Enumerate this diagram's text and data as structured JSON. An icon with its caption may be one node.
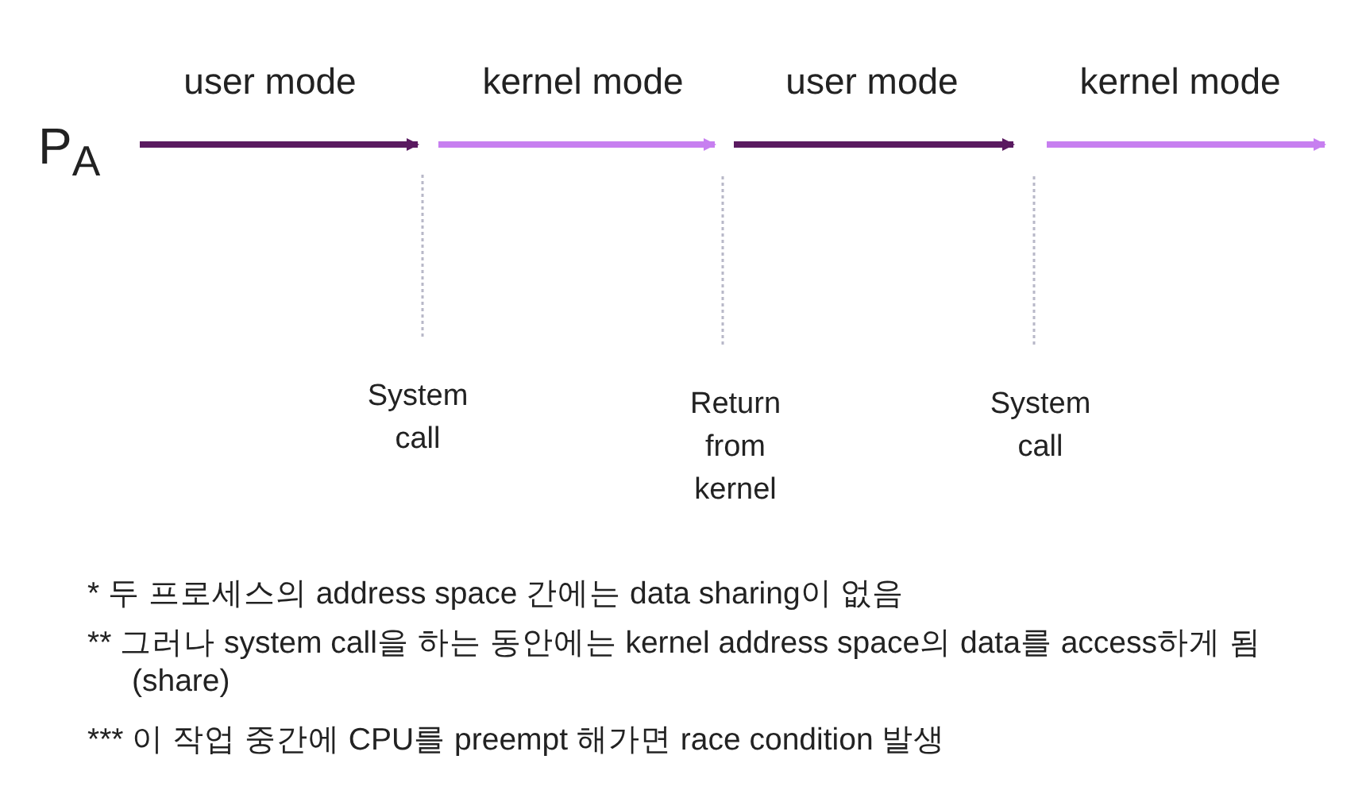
{
  "diagram": {
    "nodes": [
      {
        "text": [
          "System call"
        ]
      },
      {
        "text": [
          "Return from kernel"
        ]
      },
      {
        "text": [
          "System call"
        ]
      }
    ],
    "edges": [
      {
        "from": 0,
        "to": null,
        "arrow": "none"
      },
      {
        "from": 1,
        "to": null,
        "arrow": "none"
      },
      {
        "from": 2,
        "to": null,
        "arrow": "none"
      }
    ],
    "labels": [
      "P$_{A}$",
      "user mode",
      "kernel mode",
      "user mode",
      "kernel mode",
      "* 두 프로세스의 address space 간에는 data sharing이 없음",
      "** 그러나 system call을 하는 동안에는 kernel address space의 data를 access하게 됨 (share)",
      "*** 이 작업 중간에 CPU를 preempt 해가면 race condition 발생"
    ]
  }
}
